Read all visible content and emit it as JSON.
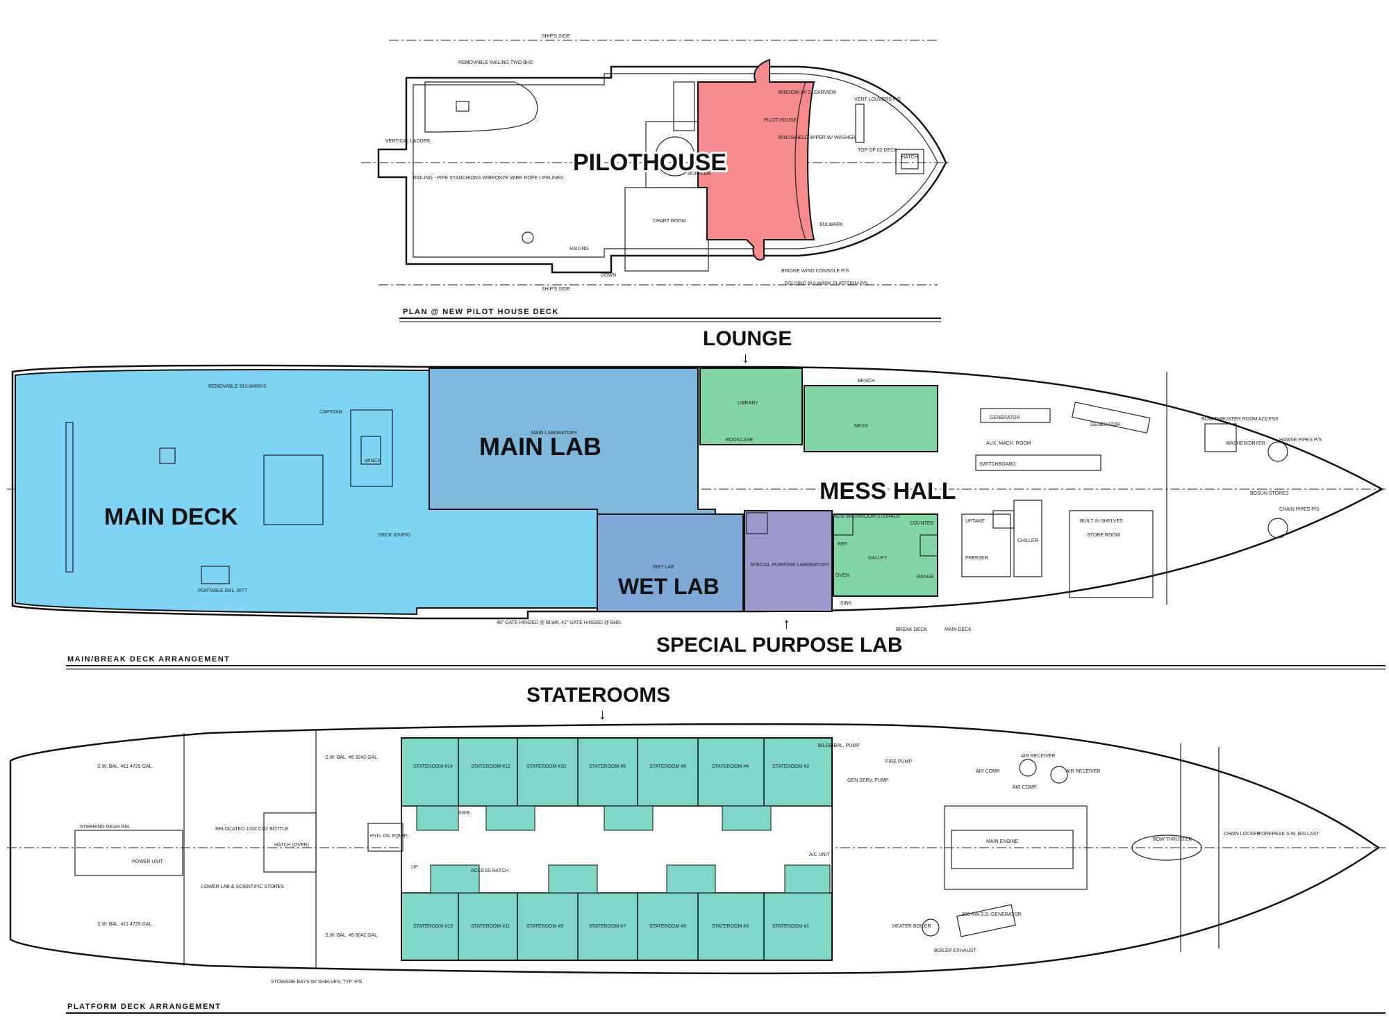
{
  "plan_captions": {
    "pilot_house_deck": "PLAN @ NEW PILOT HOUSE DECK",
    "main_break_deck": "MAIN/BREAK DECK ARRANGEMENT",
    "platform_deck": "PLATFORM DECK ARRANGEMENT"
  },
  "callouts": {
    "pilothouse": "PILOTHOUSE",
    "lounge": "LOUNGE",
    "main_lab": "MAIN LAB",
    "main_deck": "MAIN DECK",
    "mess_hall": "MESS HALL",
    "wet_lab": "WET LAB",
    "special_purpose_lab": "SPECIAL PURPOSE LAB",
    "staterooms": "STATEROOMS",
    "arrow": "↓",
    "arrow_up": "↑"
  },
  "pilot_house_labels": {
    "ships_side_top": "SHIP'S SIDE",
    "ships_side_bottom": "SHIP'S SIDE",
    "removable_railing": "REMOVABLE RAILING TWO BHD",
    "pilot_house": "PILOT HOUSE",
    "chart_room": "CHART ROOM",
    "top_of_02_deck": "TOP OF 02 DECK",
    "hatch": "HATCH",
    "bulwark": "BULWARK",
    "railing": "RAILING",
    "down": "DOWN",
    "railing_stanchions": "RAILING - PIPE STANCHIONS W/BRONZE WIRE ROPE LIFELINES",
    "vertical_ladder": "VERTICAL LADDER",
    "muffler": "MUFFLER",
    "folding_bulwark": "FOLDING BULWARK PLATFORM P/S",
    "bridge_wing_console": "BRIDGE WING CONSOLE P/S",
    "vent_louvers": "VENT LOUVERS P/S",
    "windshield_wiper": "WINDSHIELD WIPER W/ WASHER",
    "window": "WINDOW W/ CLEARVIEW"
  },
  "main_deck_labels": {
    "main_laboratory": "MAIN LABORATORY",
    "library": "LIBRARY",
    "mess": "MESS",
    "bench": "BENCH",
    "winch": "WINCH",
    "removable_bulwarks": "REMOVABLE BULWARKS",
    "capstan": "CAPSTAN",
    "wet_lab_small": "WET LAB",
    "special_purpose_laboratory": "SPECIAL PURPOSE LABORATORY",
    "galley": "GALLEY",
    "freezer": "FREEZER",
    "chiller": "CHILLER",
    "store_room": "STORE ROOM",
    "bosun_stores": "BOSUN STORES",
    "generator_1": "GENERATOR",
    "generator_2": "GENERATOR",
    "aux_mach_room": "AUX. MACH. ROOM",
    "switchboard": "SWITCHBOARD",
    "bow_thruster_access": "BOW THRUSTER ROOM ACCESS",
    "portable_dbl_bitt": "PORTABLE DBL. BITT",
    "gate_1": "48\" GATE HINGED @ BLWK.",
    "gate_2": "42\" GATE HINGED @ BHD.",
    "break_deck": "BREAK DECK",
    "main_deck_small": "MAIN DECK",
    "bookcase": "BOOKCASE",
    "counter": "COUNTER",
    "range": "RANGE",
    "oven": "OVEN",
    "ref": "REF.",
    "sink": "SINK",
    "uptake": "UPTAKE",
    "hawse_pipes": "HAWSE PIPES P/S",
    "chain_pipes": "CHAIN PIPES P/S",
    "washer_dryer": "WASHER/DRYER",
    "built_in_shelves": "BUILT IN SHELVES",
    "new_washroom": "NEW WASHROOM STORAGE",
    "deck_over": "DECK (OVER)"
  },
  "platform_deck_labels": {
    "staterooms_top": [
      "STATEROOM #14",
      "STATEROOM #12",
      "STATEROOM #10",
      "STATEROOM #8",
      "STATEROOM #6",
      "STATEROOM #4",
      "STATEROOM #2"
    ],
    "staterooms_bottom": [
      "STATEROOM #13",
      "STATEROOM #11",
      "STATEROOM #9",
      "STATEROOM #7",
      "STATEROOM #5",
      "STATEROOM #3",
      "STATEROOM #1"
    ],
    "swr": "SWR.",
    "steering_gear": "STEERING GEAR RM.",
    "power_unit": "POWER UNIT",
    "sw_bal_11_top": "S.W. BAL. #11 4729 GAL.",
    "sw_bal_11_bottom": "S.W. BAL. #11 4729 GAL.",
    "sw_bal_9_top": "S.W. BAL. #9 9242 GAL.",
    "sw_bal_9_bottom": "S.W. BAL. #9 8042 GAL.",
    "relocated_co2": "RELOCATED 100# CO2 BOTTLE",
    "hatch_over": "HATCH (OVER)",
    "lower_lab": "LOWER LAB & SCIENTIFIC STORES",
    "hyd_oil_equip": "HYD. OIL EQUIP.",
    "main_engine": "MAIN ENGINE",
    "air_receiver_1": "AIR RECEIVER",
    "air_receiver_2": "AIR RECEIVER",
    "air_comp_1": "AIR COMP.",
    "air_comp_2": "AIR COMP.",
    "fire_pump": "FIRE PUMP",
    "gen_serv_pump": "GEN.SERV. PUMP",
    "bilge_bal_pump": "BILGE/BAL. PUMP",
    "heater_boiler": "HEATER BOILER",
    "boiler_exhaust": "BOILER EXHAUST",
    "generator_200kw": "200 KW S.S. GENERATOR",
    "chain_locker": "CHAIN LOCKER",
    "forepeak": "FOREPEAK S.W. BALLAST",
    "bow_thruster": "BOW THRUSTER",
    "stowage_bays": "STOWAGE BAYS W/ SHELVES; TYP. P/S",
    "access_hatch": "ACCESS HATCH",
    "ac_unit": "A/C UNIT",
    "up": "UP"
  },
  "colors": {
    "pilothouse": "#f48a8c",
    "main_deck": "#7fd4f4",
    "main_lab": "#7eb8dd",
    "wet_lab": "#7fa9d6",
    "lounge_mess": "#82d6a3",
    "special_purpose": "#9a98cc",
    "staterooms": "#7fd6c9",
    "line": "#111111"
  }
}
